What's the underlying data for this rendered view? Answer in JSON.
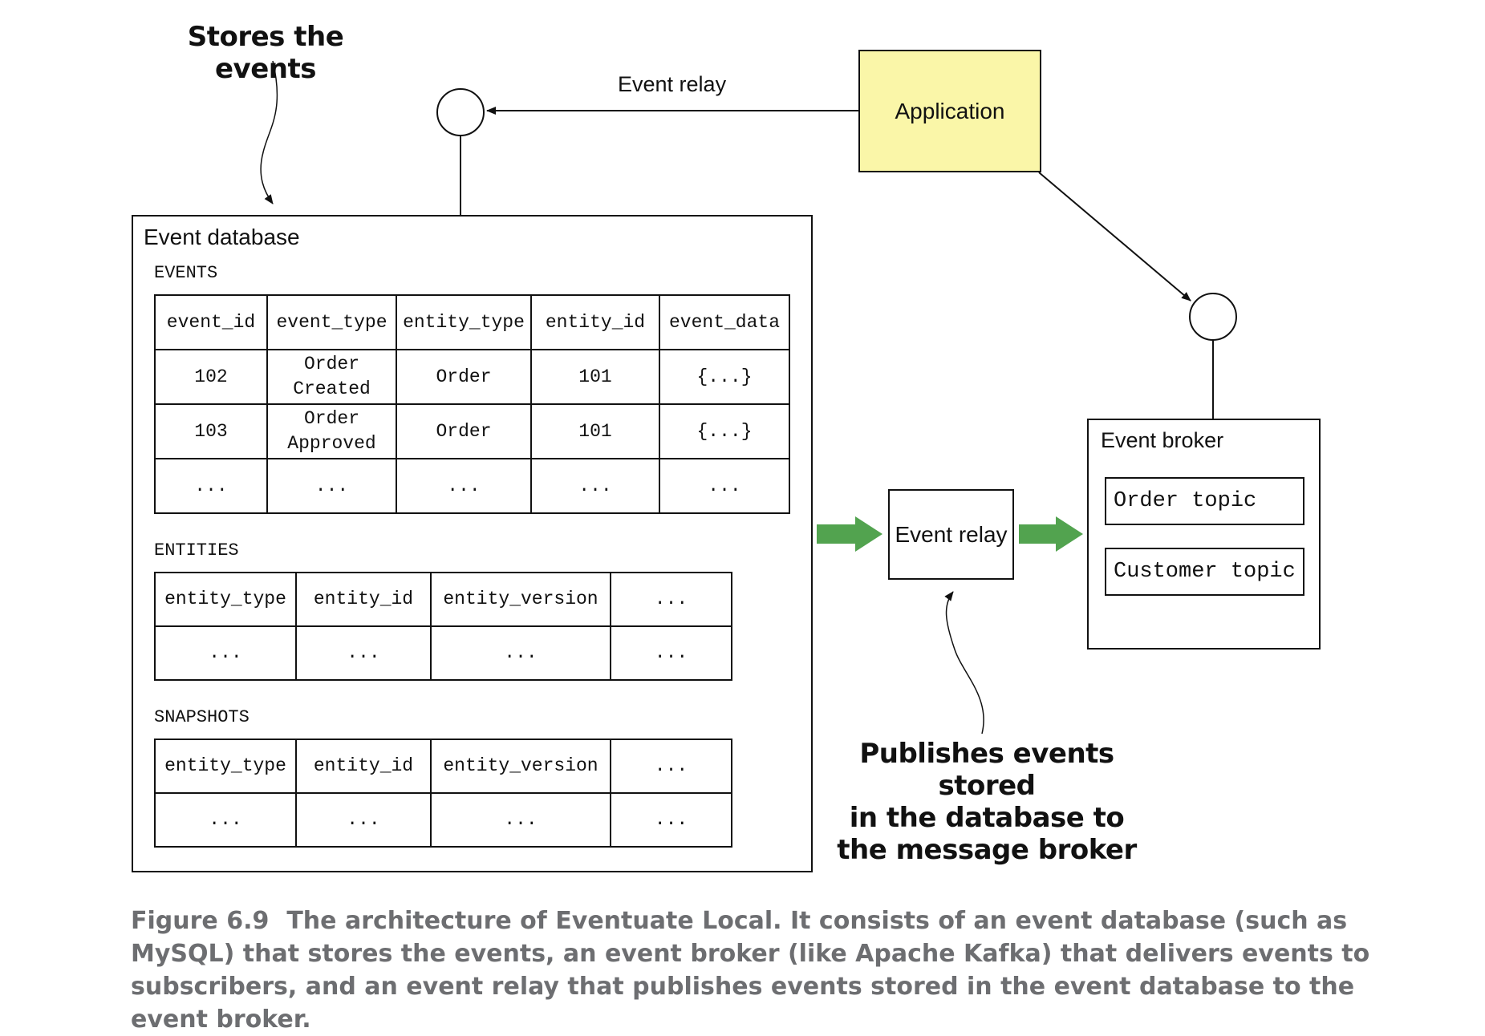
{
  "callouts": {
    "stores_events": "Stores the events",
    "publishes": [
      "Publishes events stored",
      "in the database to",
      "the message broker"
    ]
  },
  "labels": {
    "event_relay_top": "Event relay",
    "application": "Application",
    "event_database": "Event database",
    "event_relay_box": "Event relay",
    "event_broker": "Event broker"
  },
  "events_table": {
    "label": "EVENTS",
    "headers": [
      "event_id",
      "event_type",
      "entity_type",
      "entity_id",
      "event_data"
    ],
    "rows": [
      [
        "102",
        "Order\nCreated",
        "Order",
        "101",
        "{...}"
      ],
      [
        "103",
        "Order\nApproved",
        "Order",
        "101",
        "{...}"
      ],
      [
        "...",
        "...",
        "...",
        "...",
        "..."
      ]
    ]
  },
  "entities_table": {
    "label": "ENTITIES",
    "headers": [
      "entity_type",
      "entity_id",
      "entity_version",
      "..."
    ],
    "rows": [
      [
        "...",
        "...",
        "...",
        "..."
      ]
    ]
  },
  "snapshots_table": {
    "label": "SNAPSHOTS",
    "headers": [
      "entity_type",
      "entity_id",
      "entity_version",
      "..."
    ],
    "rows": [
      [
        "...",
        "...",
        "...",
        "..."
      ]
    ]
  },
  "topics": [
    "Order topic",
    "Customer topic"
  ],
  "caption": {
    "number": "Figure 6.9",
    "text": "The architecture of Eventuate Local. It consists of an event database (such as MySQL) that stores the events, an event broker (like Apache Kafka) that delivers events to subscribers, and an event relay that publishes events stored in the event database to the event broker."
  },
  "colors": {
    "application_fill": "#faf6a8",
    "arrow_green": "#52a34f",
    "caption_gray": "#6d6e71"
  }
}
